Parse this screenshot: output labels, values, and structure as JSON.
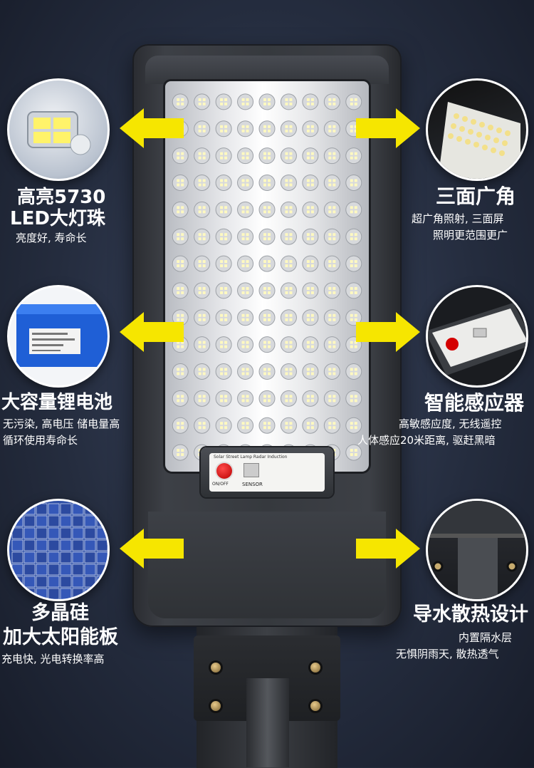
{
  "features": [
    {
      "title_lines": [
        "高亮5730",
        "LED大灯珠"
      ],
      "desc_lines": [
        "亮度好, 寿命长"
      ]
    },
    {
      "title_lines": [
        "三面广角"
      ],
      "desc_lines": [
        "超广角照射, 三面屏",
        "照明更范围更广"
      ]
    },
    {
      "title_lines": [
        "大容量锂电池"
      ],
      "desc_lines": [
        "无污染, 高电压  储电量高",
        "循环使用寿命长"
      ]
    },
    {
      "title_lines": [
        "智能感应器"
      ],
      "desc_lines": [
        "高敏感应度, 无线遥控",
        "人体感应20米距离, 驱赶黑暗"
      ]
    },
    {
      "title_lines": [
        "多晶硅",
        "加大太阳能板"
      ],
      "desc_lines": [
        "充电快, 光电转换率高"
      ]
    },
    {
      "title_lines": [
        "导水散热设计"
      ],
      "desc_lines": [
        "内置隔水层",
        "无惧阴雨天, 散热透气"
      ]
    }
  ],
  "lamp": {
    "switch_title": "Solar Street Lamp Radar Induction",
    "onoff_label": "ON/OFF",
    "sensor_label": "SENSOR"
  },
  "colors": {
    "arrow": "#f6e600",
    "border": "#ffffff",
    "led_red": "#d40000"
  }
}
